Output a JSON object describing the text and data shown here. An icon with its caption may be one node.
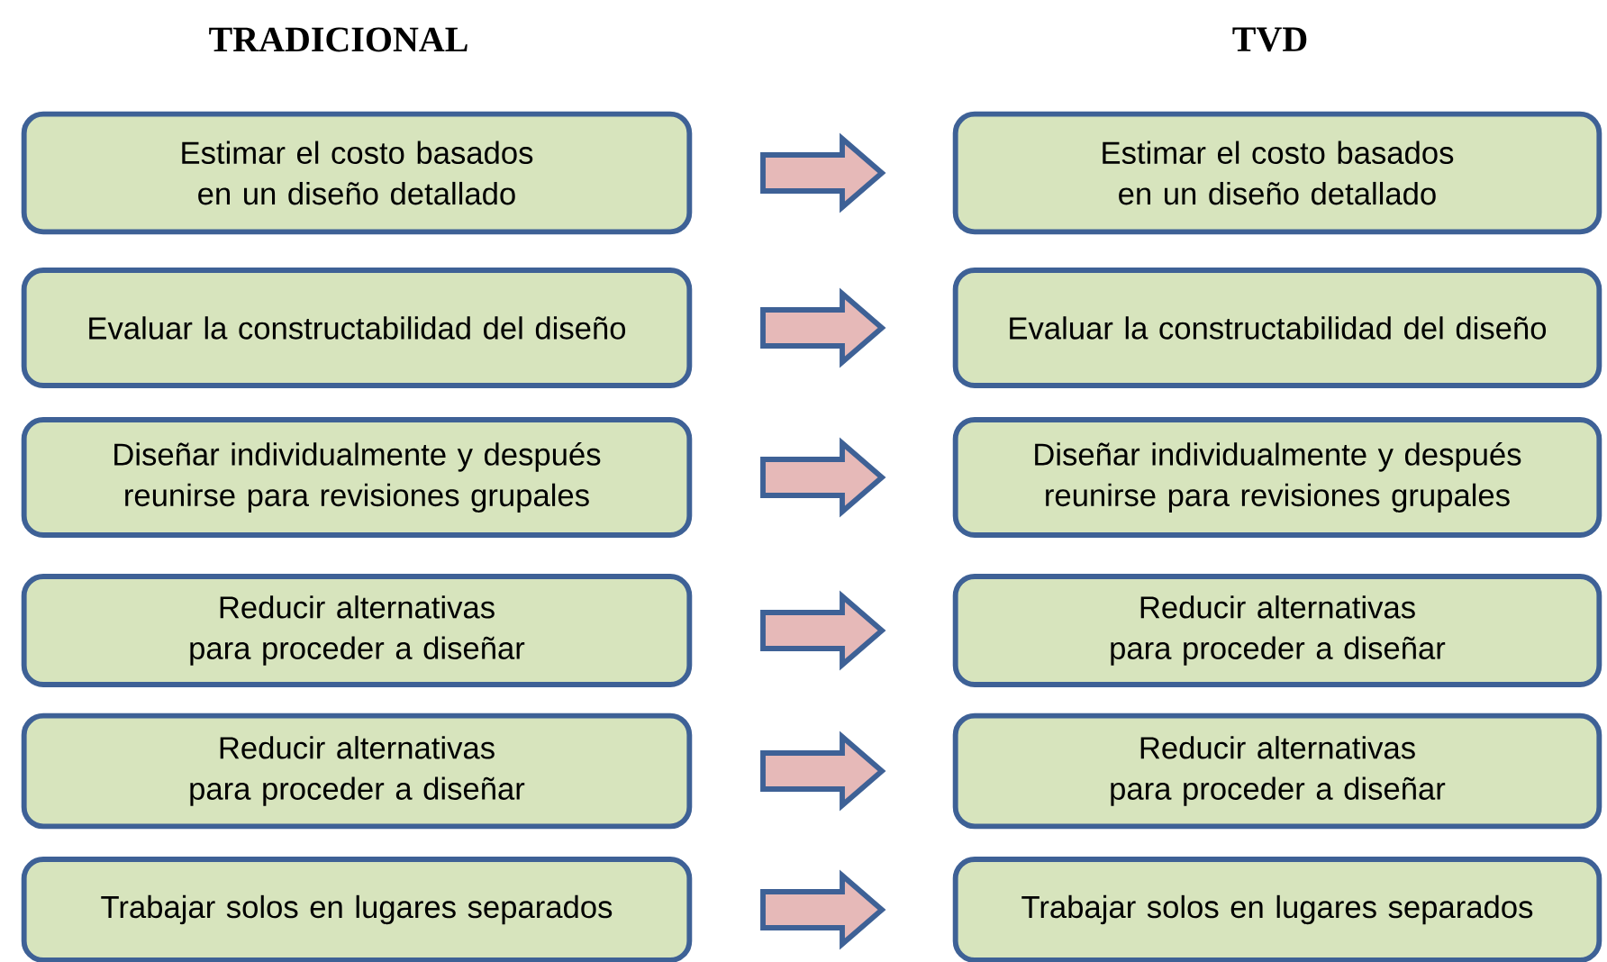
{
  "diagram": {
    "nodes": [
      {
        "text": [
          "Estimar el costo basados en un diseño detallado"
        ]
      },
      {
        "text": [
          "Estimar el costo basados en un diseño detallado"
        ]
      },
      {
        "text": [
          "Evaluar la constructabilidad del diseño"
        ]
      },
      {
        "text": [
          "Evaluar la constructabilidad del diseño"
        ]
      },
      {
        "text": [
          "Diseñar individualmente y después reunirse para revisiones grupales"
        ]
      },
      {
        "text": [
          "Diseñar individualmente y después reunirse para revisiones grupales"
        ]
      },
      {
        "text": [
          "Reducir alternativas para proceder a diseñar"
        ]
      },
      {
        "text": [
          "Reducir alternativas para proceder a diseñar"
        ]
      },
      {
        "text": [
          "Reducir alternativas para proceder a diseñar"
        ]
      },
      {
        "text": [
          "Reducir alternativas para proceder a diseñar"
        ]
      },
      {
        "text": [
          "Trabajar solos en lugares separados"
        ]
      },
      {
        "text": [
          "Trabajar solos en lugares separados"
        ]
      }
    ],
    "edges": [
      {
        "from": 0,
        "to": 1,
        "arrow": "to"
      },
      {
        "from": 2,
        "to": 3,
        "arrow": "to"
      },
      {
        "from": 4,
        "to": 5,
        "arrow": "to"
      },
      {
        "from": 6,
        "to": 7,
        "arrow": "to"
      },
      {
        "from": 8,
        "to": 9,
        "arrow": "to"
      },
      {
        "from": 10,
        "to": 11,
        "arrow": "to"
      }
    ],
    "labels": [
      "TRADICIONAL",
      "TVD"
    ]
  }
}
